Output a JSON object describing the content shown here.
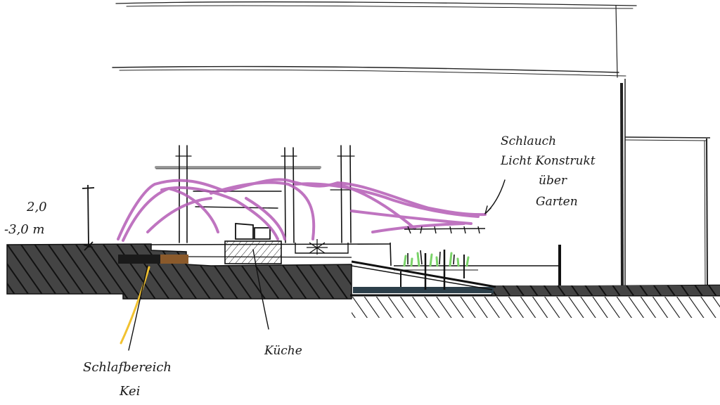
{
  "colors": {
    "ground": "#3d3d3d",
    "ink": "#111111",
    "tent": "#b45cb6",
    "plants": "#7bd36a",
    "light": "#f2c230",
    "water": "#2c3f4a",
    "wood": "#8b5a2b",
    "paper": "#ffffff"
  },
  "labels": {
    "height_top": "2,0",
    "height_bottom": "-3,0 m",
    "tent_line1": "Schlauch",
    "tent_line2": "Licht Konstrukt",
    "tent_line3": "über",
    "tent_line4": "Garten",
    "kitchen": "Küche",
    "sleep_line1": "Schlafbereich",
    "sleep_line2": "Kei"
  }
}
